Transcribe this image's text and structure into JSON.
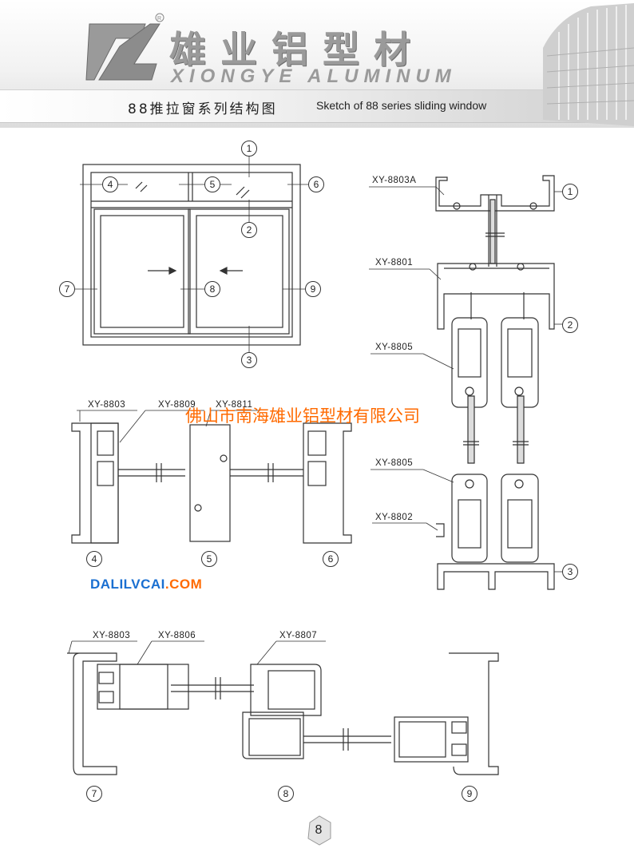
{
  "header": {
    "brand_cn": "雄业铝型材",
    "brand_en": "XIONGYE ALUMINUM",
    "title_cn": "88推拉窗系列结构图",
    "title_en": "Sketch of 88 series sliding window"
  },
  "watermark": "佛山市南海雄业铝型材有限公司",
  "website": {
    "part1": "DALILVCAI",
    "part2": ".COM"
  },
  "page_number": "8",
  "window_callouts": [
    "1",
    "2",
    "3",
    "4",
    "5",
    "6",
    "7",
    "8",
    "9"
  ],
  "section_right": {
    "labels": [
      "XY-8803A",
      "XY-8801",
      "XY-8805",
      "XY-8805",
      "XY-8802"
    ],
    "markers": [
      "1",
      "2",
      "3"
    ]
  },
  "section_mid": {
    "labels": [
      "XY-8803",
      "XY-8809",
      "XY-8811"
    ],
    "markers": [
      "4",
      "5",
      "6"
    ]
  },
  "section_bottom": {
    "labels": [
      "XY-8803",
      "XY-8806",
      "XY-8807"
    ],
    "markers": [
      "7",
      "8",
      "9"
    ]
  }
}
